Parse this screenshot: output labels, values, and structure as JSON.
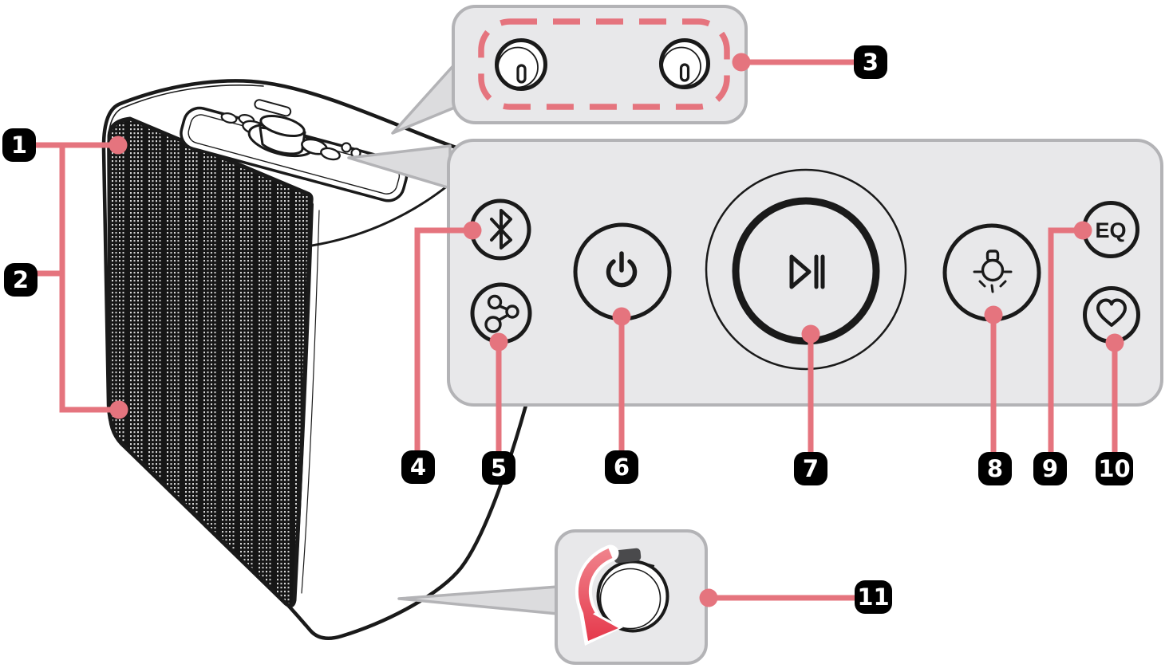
{
  "figure": {
    "title": "Speaker parts and controls diagram",
    "type": "annotated-product-diagram"
  },
  "callouts": [
    {
      "label": "1",
      "points_to": "speaker-grille-top"
    },
    {
      "label": "2",
      "points_to": "speaker-grille-front"
    },
    {
      "label": "3",
      "points_to": "top-volume-knobs"
    },
    {
      "label": "4",
      "points_to": "bluetooth-button"
    },
    {
      "label": "5",
      "points_to": "link-button"
    },
    {
      "label": "6",
      "points_to": "power-button"
    },
    {
      "label": "7",
      "points_to": "play-pause-button"
    },
    {
      "label": "8",
      "points_to": "light-button"
    },
    {
      "label": "9",
      "points_to": "eq-button"
    },
    {
      "label": "10",
      "points_to": "favorite-button"
    },
    {
      "label": "11",
      "points_to": "rotary-knob"
    }
  ],
  "controls": {
    "eq_label": "EQ",
    "buttons": [
      "bluetooth-icon",
      "share-link-icon",
      "power-icon",
      "play-pause-icon",
      "light-bulb-icon",
      "eq-text",
      "heart-icon"
    ],
    "top_panel_knobs": 2,
    "bottom_panel": "rotary-knob-with-turn-arrow"
  },
  "colors": {
    "callout_line": "#e5747e",
    "arrow_red": "#e63c4a",
    "panel_fill": "#e8e8ea",
    "panel_border": "#b3b3b6",
    "label_bg": "#000000",
    "label_text": "#ffffff",
    "line_art": "#1a1a1a"
  }
}
